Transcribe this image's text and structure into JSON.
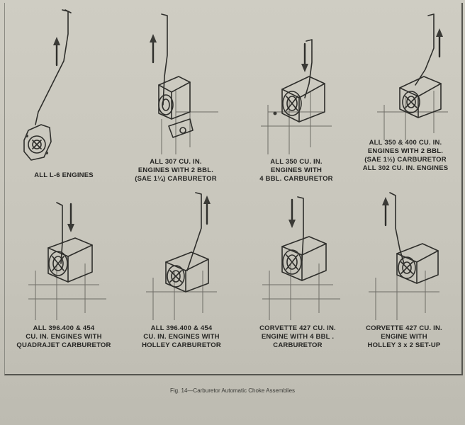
{
  "figure_caption": "Fig. 14—Carburetor Automatic Choke Assemblies",
  "panels": [
    {
      "id": "l6",
      "arrow": "up",
      "caption": [
        "ALL L-6 ENGINES"
      ]
    },
    {
      "id": "307",
      "arrow": "up",
      "caption": [
        "ALL 307 CU. IN.",
        "ENGINES WITH  2 BBL.",
        "(SAE 1¼) CARBURETOR"
      ]
    },
    {
      "id": "350",
      "arrow": "down",
      "caption": [
        "ALL 350 CU. IN.",
        "ENGINES WITH",
        "4 BBL. CARBURETOR"
      ]
    },
    {
      "id": "350-400",
      "arrow": "up",
      "caption": [
        "ALL 350 & 400 CU. IN.",
        "ENGINES WITH 2 BBL.",
        "(SAE 1½) CARBURETOR",
        "ALL 302 CU. IN. ENGINES"
      ]
    },
    {
      "id": "396-quadrajet",
      "arrow": "down",
      "caption": [
        "ALL 396.400 & 454",
        "CU. IN. ENGINES WITH",
        "QUADRAJET CARBURETOR"
      ]
    },
    {
      "id": "396-holley",
      "arrow": "up",
      "caption": [
        "ALL 396.400 & 454",
        "CU. IN. ENGINES WITH",
        "HOLLEY CARBURETOR"
      ]
    },
    {
      "id": "corvette-4bbl",
      "arrow": "down",
      "caption": [
        "CORVETTE 427 CU. IN.",
        "ENGINE WITH 4 BBL .",
        "CARBURETOR"
      ]
    },
    {
      "id": "corvette-holley",
      "arrow": "up",
      "caption": [
        "CORVETTE 427 CU. IN.",
        "ENGINE WITH",
        "HOLLEY 3 x 2 SET-UP"
      ]
    }
  ]
}
